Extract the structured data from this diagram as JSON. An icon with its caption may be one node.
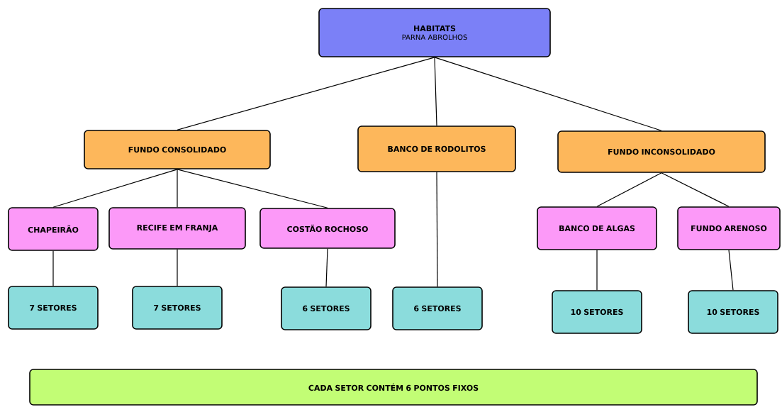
{
  "diagram": {
    "nodes": [
      {
        "text": [
          "HABITATS",
          "PARNA ABROLHOS"
        ]
      },
      {
        "text": [
          "FUNDO CONSOLIDADO"
        ]
      },
      {
        "text": [
          "BANCO DE RODOLITOS"
        ]
      },
      {
        "text": [
          "FUNDO INCONSOLIDADO"
        ]
      },
      {
        "text": [
          "CHAPEIRÃO"
        ]
      },
      {
        "text": [
          "RECIFE EM FRANJA"
        ]
      },
      {
        "text": [
          "COSTÃO ROCHOSO"
        ]
      },
      {
        "text": [
          "BANCO DE ALGAS"
        ]
      },
      {
        "text": [
          "FUNDO ARENOSO"
        ]
      },
      {
        "text": [
          "7 SETORES"
        ]
      },
      {
        "text": [
          "7 SETORES"
        ]
      },
      {
        "text": [
          "6 SETORES"
        ]
      },
      {
        "text": [
          "6 SETORES"
        ]
      },
      {
        "text": [
          "10 SETORES"
        ]
      },
      {
        "text": [
          "10 SETORES"
        ]
      },
      {
        "text": [
          "CADA SETOR CONTÉM 6 PONTOS FIXOS"
        ]
      }
    ],
    "edges": [
      {
        "from": 0,
        "to": 1,
        "arrow": "none"
      },
      {
        "from": 0,
        "to": 2,
        "arrow": "none"
      },
      {
        "from": 0,
        "to": 3,
        "arrow": "none"
      },
      {
        "from": 1,
        "to": 4,
        "arrow": "none"
      },
      {
        "from": 1,
        "to": 5,
        "arrow": "none"
      },
      {
        "from": 1,
        "to": 6,
        "arrow": "none"
      },
      {
        "from": 3,
        "to": 7,
        "arrow": "none"
      },
      {
        "from": 3,
        "to": 8,
        "arrow": "none"
      },
      {
        "from": 4,
        "to": 9,
        "arrow": "none"
      },
      {
        "from": 5,
        "to": 10,
        "arrow": "none"
      },
      {
        "from": 6,
        "to": 11,
        "arrow": "none"
      },
      {
        "from": 2,
        "to": 12,
        "arrow": "none"
      },
      {
        "from": 7,
        "to": 13,
        "arrow": "none"
      },
      {
        "from": 8,
        "to": 14,
        "arrow": "none"
      }
    ]
  }
}
